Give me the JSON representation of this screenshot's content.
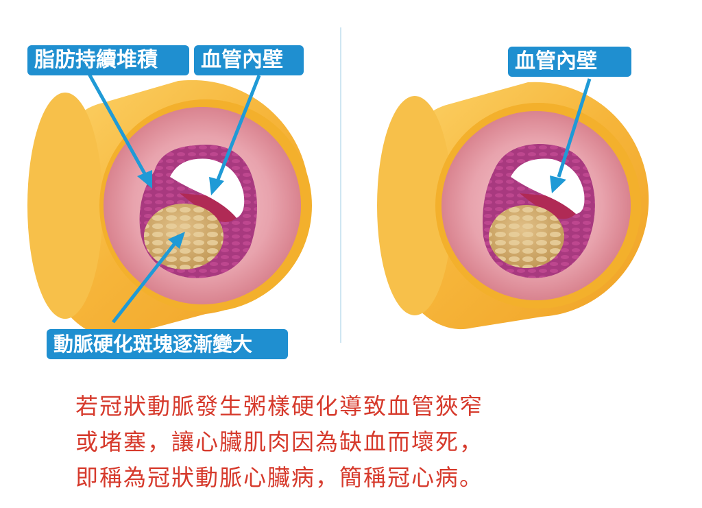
{
  "labels": {
    "fat_buildup": "脂肪持續堆積",
    "vessel_wall_left": "血管內壁",
    "vessel_wall_right": "血管內壁",
    "plaque_growth": "動脈硬化斑塊逐漸變大"
  },
  "caption": {
    "line1": "若冠狀動脈發生粥樣硬化導致血管狹窄",
    "line2": "或堵塞，讓心臟肌肉因為缺血而壞死，",
    "line3": "即稱為冠狀動脈心臟病，簡稱冠心病。"
  },
  "colors": {
    "label_bg": "#1f8fd0",
    "arrow": "#1f9ad6",
    "caption_text": "#d63a2c",
    "vessel_outer": "#f6b83c",
    "vessel_lumen": "#e7a2ac",
    "plaque_wall": "#a83a7e",
    "plaque_core": "#d2ad70"
  }
}
